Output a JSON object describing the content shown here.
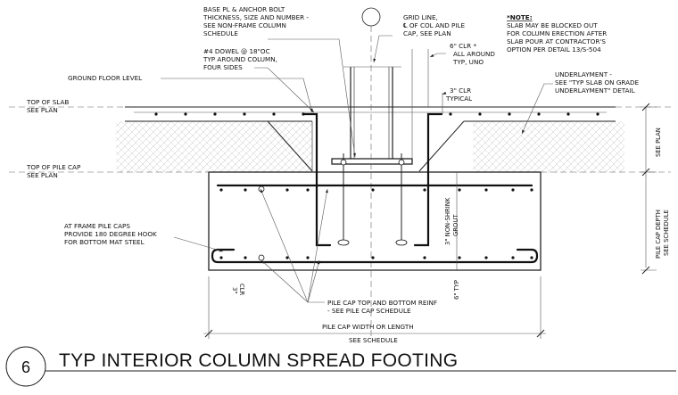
{
  "detail": {
    "number": "6",
    "title": "TYP INTERIOR COLUMN SPREAD FOOTING"
  },
  "labels": {
    "base_plate": [
      "BASE PL & ANCHOR BOLT",
      "THICKNESS, SIZE AND NUMBER -",
      "SEE NON-FRAME COLUMN",
      "SCHEDULE"
    ],
    "dowel": [
      "#4 DOWEL @ 18\"OC",
      "TYP AROUND COLUMN,",
      "FOUR SIDES"
    ],
    "grid_line": [
      "GRID LINE,",
      "℄ OF COL AND PILE",
      "CAP, SEE PLAN"
    ],
    "clr_6": [
      "6\" CLR *",
      "ALL AROUND",
      "TYP, UNO"
    ],
    "clr_3": [
      "3\" CLR",
      "TYPICAL"
    ],
    "note_title": "*NOTE:",
    "note_text": [
      "SLAB MAY BE BLOCKED OUT",
      "FOR COLUMN ERECTION AFTER",
      "SLAB POUR AT CONTRACTOR'S",
      "OPTION PER DETAIL 13/S-504"
    ],
    "underlayment": [
      "UNDERLAYMENT -",
      "SEE \"TYP SLAB ON GRADE",
      "UNDERLAYMENT\" DETAIL"
    ],
    "ground_floor": "GROUND FLOOR LEVEL",
    "top_of_slab": [
      "TOP OF SLAB",
      "SEE PLAN"
    ],
    "top_of_pile_cap": [
      "TOP OF PILE CAP",
      "SEE PLAN"
    ],
    "frame_pile_caps": [
      "AT FRAME PILE CAPS",
      "PROVIDE 180 DEGREE HOOK",
      "FOR BOTTOM MAT STEEL"
    ],
    "grout": [
      "3\" NON-SHRINK",
      "GROUT"
    ],
    "clr_3_bottom": [
      "3\"",
      "CLR"
    ],
    "typ_6": "6\" TYP",
    "pile_cap_reinf": [
      "PILE CAP TOP AND BOTTOM REINF",
      "- SEE PILE CAP SCHEDULE"
    ],
    "pile_cap_width": "PILE CAP WIDTH OR LENGTH",
    "see_schedule": "SEE SCHEDULE",
    "see_plan_vertical": "SEE PLAN",
    "pile_cap_depth": [
      "PILE CAP DEPTH",
      "SEE SCHEDULE"
    ]
  }
}
